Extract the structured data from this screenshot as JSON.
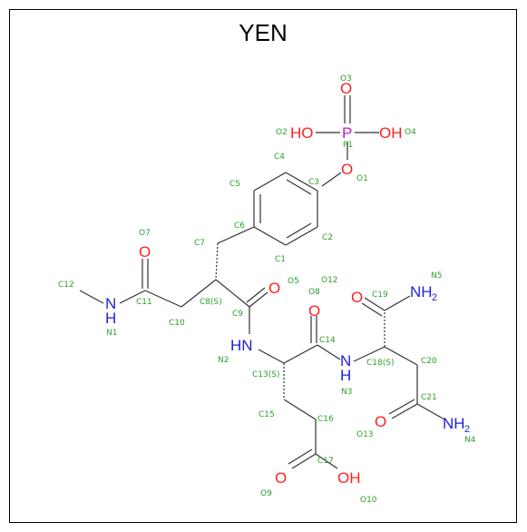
{
  "title": "YEN",
  "colors": {
    "oxygen": "#ff2020",
    "nitrogen": "#2020e0",
    "phosphorus": "#c020c0",
    "label": "#2e9e2e",
    "bond": "#333333"
  },
  "atoms": {
    "o3": "O",
    "p1": "P",
    "o2_ho": "HO",
    "o4_oh": "OH",
    "o1": "O",
    "o7": "O",
    "o5": "O",
    "o8": "O",
    "o12": "O",
    "n1_n": "N",
    "n1_h": "H",
    "n2_hn": "HN",
    "n3_n": "N",
    "n3_h": "H",
    "n5_nh": "NH",
    "n5_sub": "2",
    "n4_nh": "NH",
    "n4_sub": "2",
    "o9": "O",
    "o10_oh": "OH",
    "o13": "O"
  },
  "labels": {
    "O3": "O3",
    "O2": "O2",
    "P1": "P1",
    "O4": "O4",
    "O1": "O1",
    "C4": "C4",
    "C5": "C5",
    "C3": "C3",
    "C6": "C6",
    "C2": "C2",
    "C1": "C1",
    "C7": "C7",
    "O7": "O7",
    "O5": "O5",
    "O12": "O12",
    "N5": "N5",
    "C12": "C12",
    "C11": "C11",
    "C8S": "C8(S)",
    "O8": "O8",
    "C19": "C19",
    "C9": "C9",
    "C10": "C10",
    "N1": "N1",
    "C14": "C14",
    "N2": "N2",
    "C13S": "C13(S)",
    "C18S": "C18(S)",
    "C20": "C20",
    "N3": "N3",
    "C21": "C21",
    "C15": "C15",
    "C16": "C16",
    "O13": "O13",
    "N4": "N4",
    "C17": "C17",
    "O9": "O9",
    "O10": "O10"
  }
}
